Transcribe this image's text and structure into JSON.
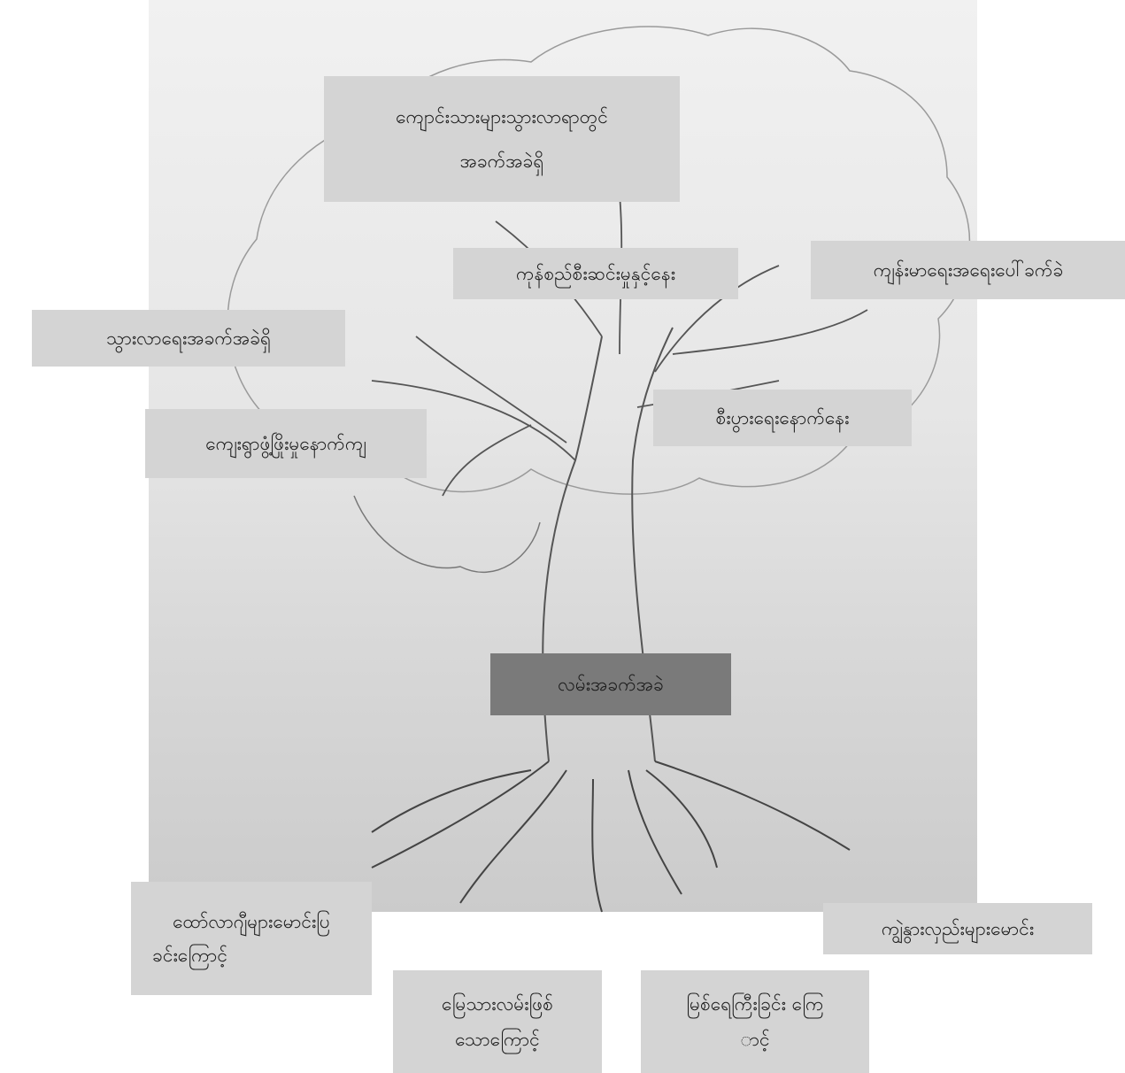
{
  "diagram": {
    "nodes": {
      "top": [
        "ကျောင်းသားများသွားလာရာတွင်",
        "အခက်အခဲရှိ"
      ],
      "branch_center": "ကုန်စည်စီးဆင်းမှုနှင့်နေး",
      "branch_right": "ကျန်းမာရေးအရေးပေါ်ခက်ခဲ",
      "branch_left": "သွားလာရေးအခက်အခဲရှိ",
      "branch_left_lower": "ကျေးရွာဖွံ့ဖြိုးမှုနောက်ကျ",
      "branch_right_lower": "စီးပွားရေးနောက်နေး",
      "root_center": "လမ်းအခက်အခဲ",
      "root_left": [
        "ထော်လာဂျီများမောင်းပြ",
        "ခင်းကြောင့်"
      ],
      "root_right": "ကျွဲနွားလှည်းများမောင်း",
      "root_bottom_left": [
        "မြေသားလမ်းဖြစ်",
        "သောကြောင့်"
      ],
      "root_bottom_right": [
        "မြစ်ရေကြီးခြင်း ကြေ",
        "ာင့်"
      ]
    },
    "colors": {
      "box_fill": "#d4d4d4",
      "root_fill": "#7a7a7a",
      "panel_fill": "#e3e3e3",
      "line": "#555555"
    }
  }
}
